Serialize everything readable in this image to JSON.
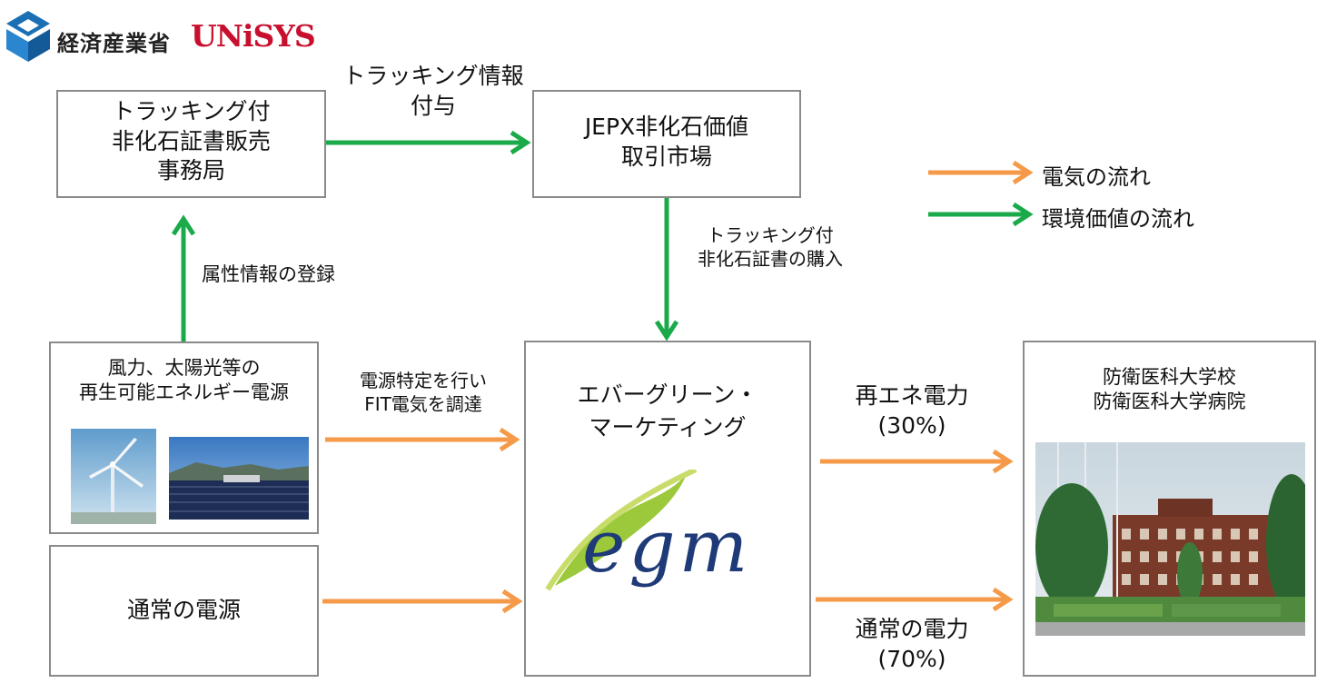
{
  "logos": {
    "meti": "経済産業省",
    "unisys": "UNiSYS"
  },
  "boxes": {
    "tracking_office": {
      "lines": [
        "トラッキング付",
        "非化石証書販売",
        "事務局"
      ]
    },
    "jepx": {
      "lines": [
        "JEPX非化石価値",
        "取引市場"
      ]
    },
    "renewable": {
      "lines": [
        "風力、太陽光等の",
        "再生可能エネルギー電源"
      ]
    },
    "normal_source": {
      "lines": [
        "通常の電源"
      ]
    },
    "egm": {
      "lines": [
        "エバーグリーン・",
        "マーケティング"
      ],
      "logo_text": "egm"
    },
    "customer": {
      "lines": [
        "防衛医科大学校",
        "防衛医科大学病院"
      ]
    }
  },
  "arrow_labels": {
    "tracking_info": [
      "トラッキング情報",
      "付与"
    ],
    "attribute_registration": "属性情報の登録",
    "certificate_purchase": [
      "トラッキング付",
      "非化石証書の購入"
    ],
    "source_specification": [
      "電源特定を行い",
      "FIT電気を調達"
    ],
    "renewable_power": [
      "再エネ電力",
      "(30%)"
    ],
    "normal_power": [
      "通常の電力",
      "(70%)"
    ]
  },
  "legend": {
    "electricity_flow": "電気の流れ",
    "environmental_value_flow": "環境価値の流れ"
  },
  "colors": {
    "electricity": "#f59a49",
    "environment": "#1aaa4a",
    "box_border": "#8a8a8a"
  }
}
